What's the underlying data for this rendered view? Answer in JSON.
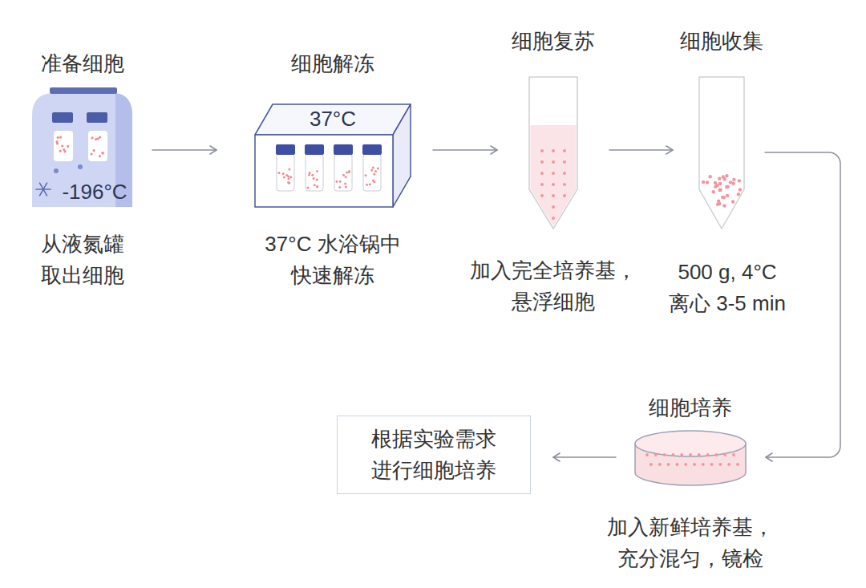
{
  "diagram": {
    "nodes": [
      {
        "text": [
          "准备细胞",
          "-196°C",
          "从液氮罐 取出细胞"
        ]
      },
      {
        "text": [
          "细胞解冻",
          "37°C",
          "37°C 水浴锅中 快速解冻"
        ]
      },
      {
        "text": [
          "细胞复苏",
          "加入完全培养基， 悬浮细胞"
        ]
      },
      {
        "text": [
          "细胞收集",
          "500 g, 4°C 离心 3-5 min"
        ]
      },
      {
        "text": [
          "细胞培养",
          "加入新鲜培养基， 充分混匀，镜检"
        ]
      },
      {
        "text": [
          "根据实验需求 进行细胞培养"
        ]
      }
    ],
    "edges": [
      {
        "from": 0,
        "to": 1,
        "arrow": "to"
      },
      {
        "from": 1,
        "to": 2,
        "arrow": "to"
      },
      {
        "from": 2,
        "to": 3,
        "arrow": "to"
      },
      {
        "from": 3,
        "to": 4,
        "arrow": "to"
      },
      {
        "from": 4,
        "to": 5,
        "arrow": "to"
      }
    ]
  }
}
